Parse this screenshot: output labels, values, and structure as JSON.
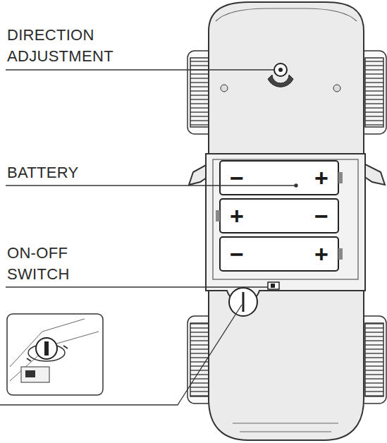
{
  "diagram": {
    "labels": [
      "DIRECTION ADJUSTMENT",
      "BATTERY",
      "ON-OFF SWITCH",
      "−",
      "+",
      "+",
      "−",
      "−",
      "+"
    ]
  }
}
